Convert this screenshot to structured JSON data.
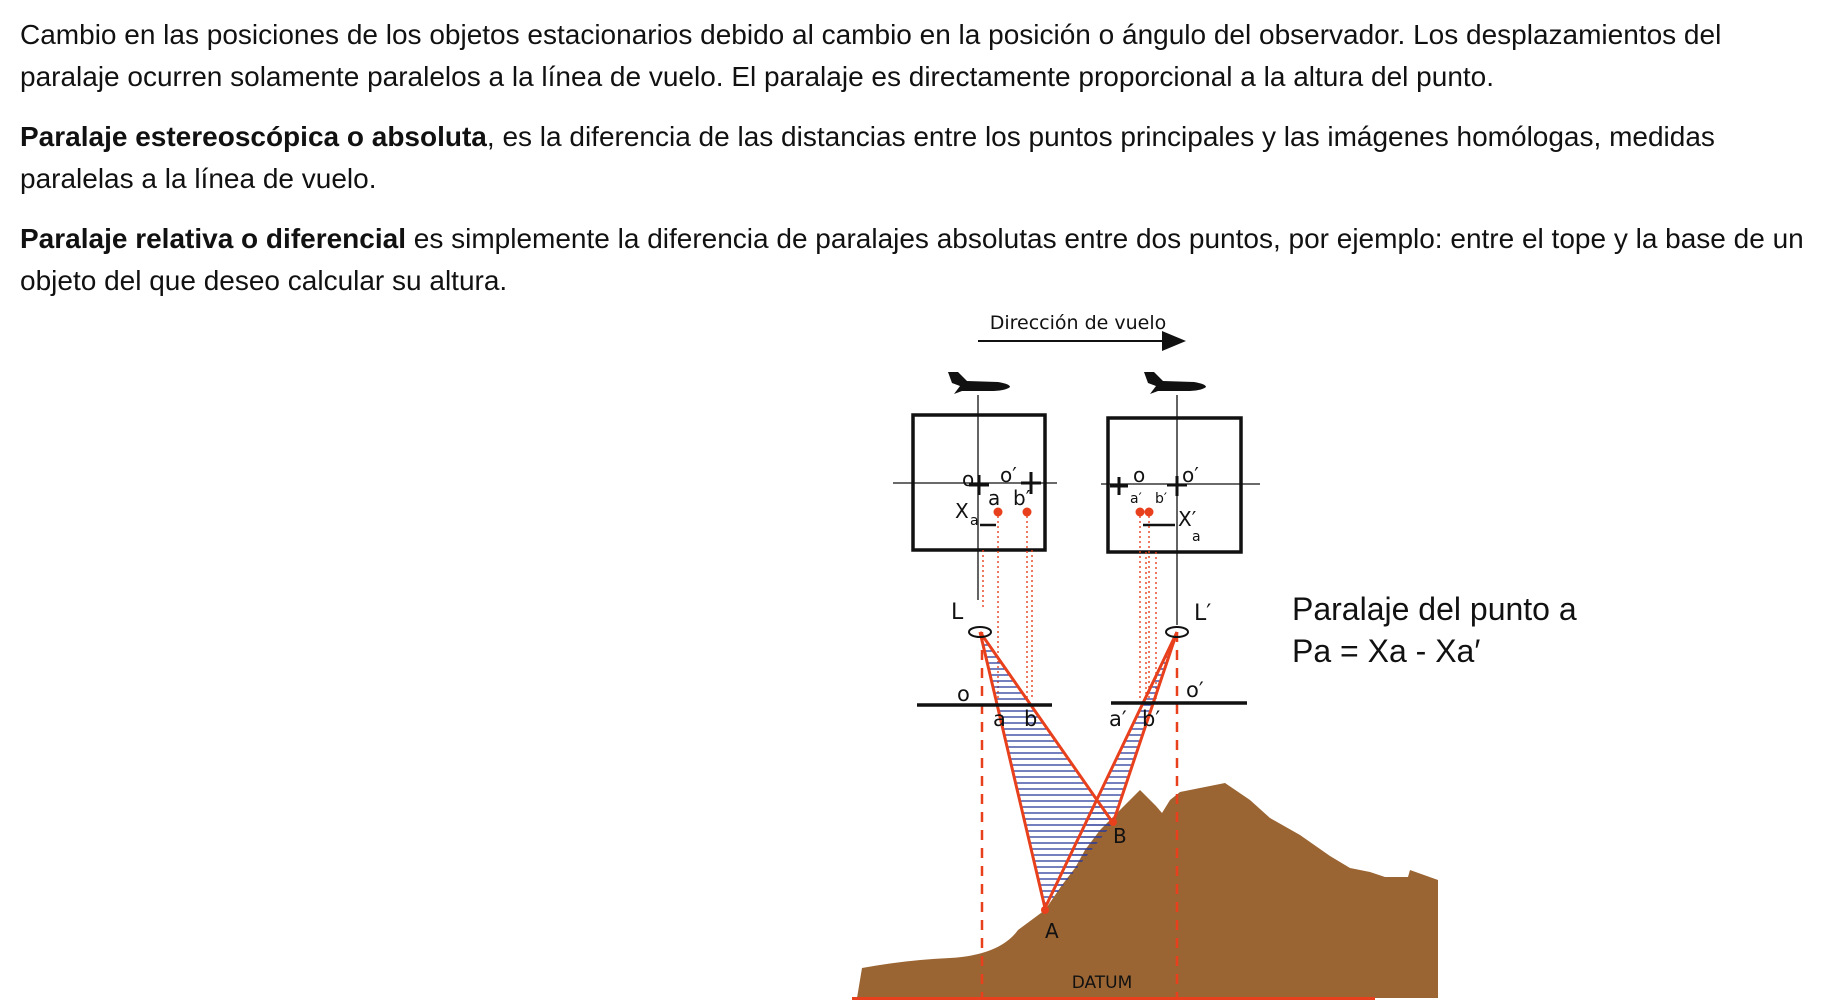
{
  "text": {
    "p1": "Cambio en las posiciones de los objetos estacionarios debido al cambio en la posición o ángulo del observador. Los desplazamientos del paralaje ocurren solamente paralelos a la línea de vuelo. El paralaje es directamente proporcional a la altura del punto.",
    "p2_bold": "Paralaje estereoscópica o absoluta",
    "p2_rest": ", es la diferencia de las distancias entre los puntos principales y las imágenes homólogas, medidas paralelas a la línea de vuelo.",
    "p3_bold": "Paralaje relativa o diferencial",
    "p3_rest": " es simplemente la diferencia de paralajes absolutas entre dos puntos, por ejemplo: entre el tope y la base de un objeto del que deseo calcular su altura."
  },
  "figure": {
    "direction_label": "Dirección de vuelo",
    "photo1": {
      "o": "o",
      "o_prime": "o′",
      "a": "a",
      "b": "b′",
      "x": "X",
      "x_sub": "a"
    },
    "photo2": {
      "o": "o",
      "o_prime": "o′",
      "a": "a′",
      "b": "b′",
      "x": "X′",
      "x_sub": "a"
    },
    "L": "L",
    "L_prime": "L′",
    "plane1": {
      "o": "o",
      "a": "a",
      "b": "b"
    },
    "plane2": {
      "a": "a′",
      "b": "b′",
      "o": "o′"
    },
    "A": "A",
    "B": "B",
    "datum": "DATUM",
    "formula_title": "Paralaje del punto a",
    "formula": "Pa = Xa - Xa′",
    "colors": {
      "red": "#e8401c",
      "ground": "#9b6533",
      "hatch": "#2a3a9a"
    }
  }
}
